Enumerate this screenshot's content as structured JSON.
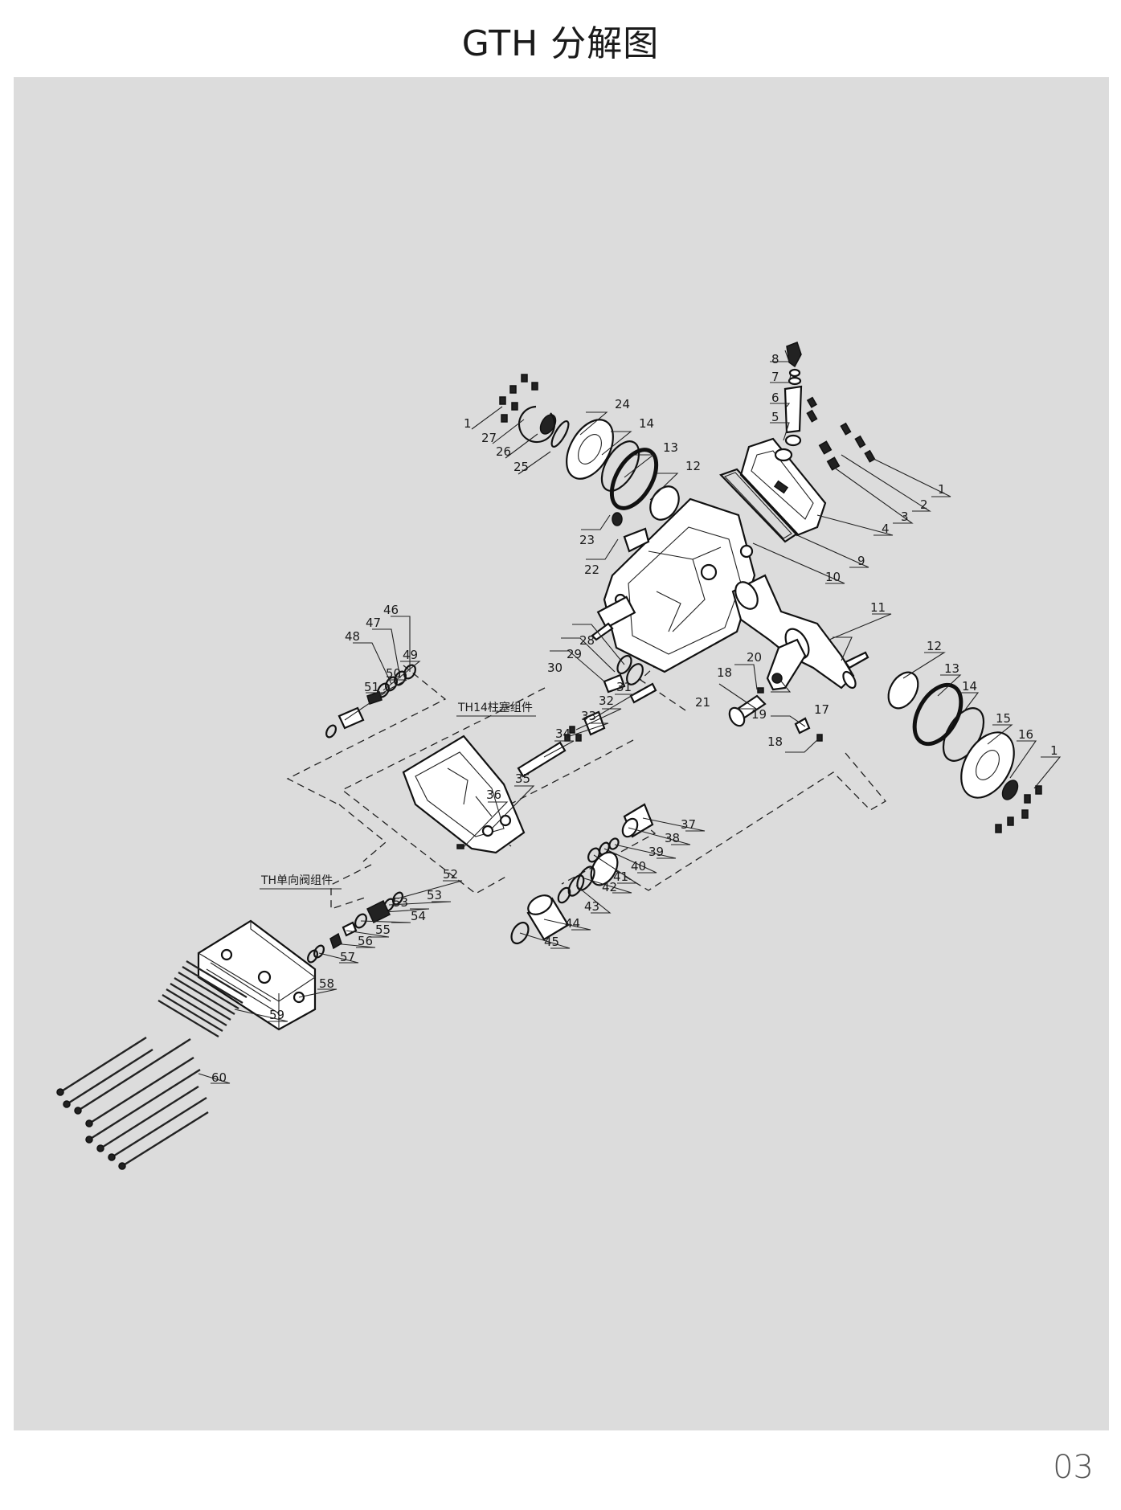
{
  "title": "GTH 分解图",
  "page_number": "03",
  "groups": {
    "plunger_assembly": "TH14柱塞组件",
    "check_valve_assembly": "TH单向阀组件"
  },
  "labels": [
    "1",
    "2",
    "3",
    "4",
    "5",
    "6",
    "7",
    "8",
    "9",
    "10",
    "11",
    "12",
    "13",
    "14",
    "15",
    "16",
    "17",
    "18",
    "19",
    "20",
    "21",
    "22",
    "23",
    "24",
    "25",
    "26",
    "27",
    "28",
    "29",
    "30",
    "31",
    "32",
    "33",
    "34",
    "35",
    "36",
    "37",
    "38",
    "39",
    "40",
    "41",
    "42",
    "43",
    "44",
    "45",
    "46",
    "47",
    "48",
    "49",
    "50",
    "51",
    "52",
    "53",
    "54",
    "55",
    "56",
    "57",
    "58",
    "59",
    "60"
  ],
  "colors": {
    "panel": "#dcdcdc",
    "line": "#111111"
  }
}
